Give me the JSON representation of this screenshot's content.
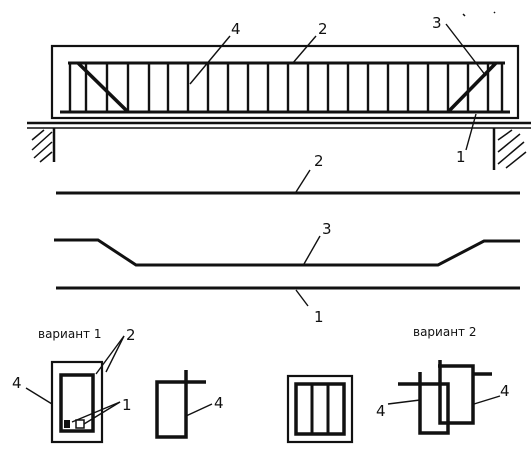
{
  "labels": {
    "callout_4_top": "4",
    "callout_2_top": "2",
    "callout_3_top": "3",
    "callout_1_top": "1",
    "callout_2_mid": "2",
    "callout_3_mid": "3",
    "callout_1_mid": "1",
    "callout_2_v1": "2",
    "callout_4_v1a": "4",
    "callout_1_v1": "1",
    "callout_4_v1b": "4",
    "callout_4_v2a": "4",
    "callout_4_v2b": "4"
  },
  "captions": {
    "variant1": "вариант 1",
    "variant2": "вариант 2"
  }
}
